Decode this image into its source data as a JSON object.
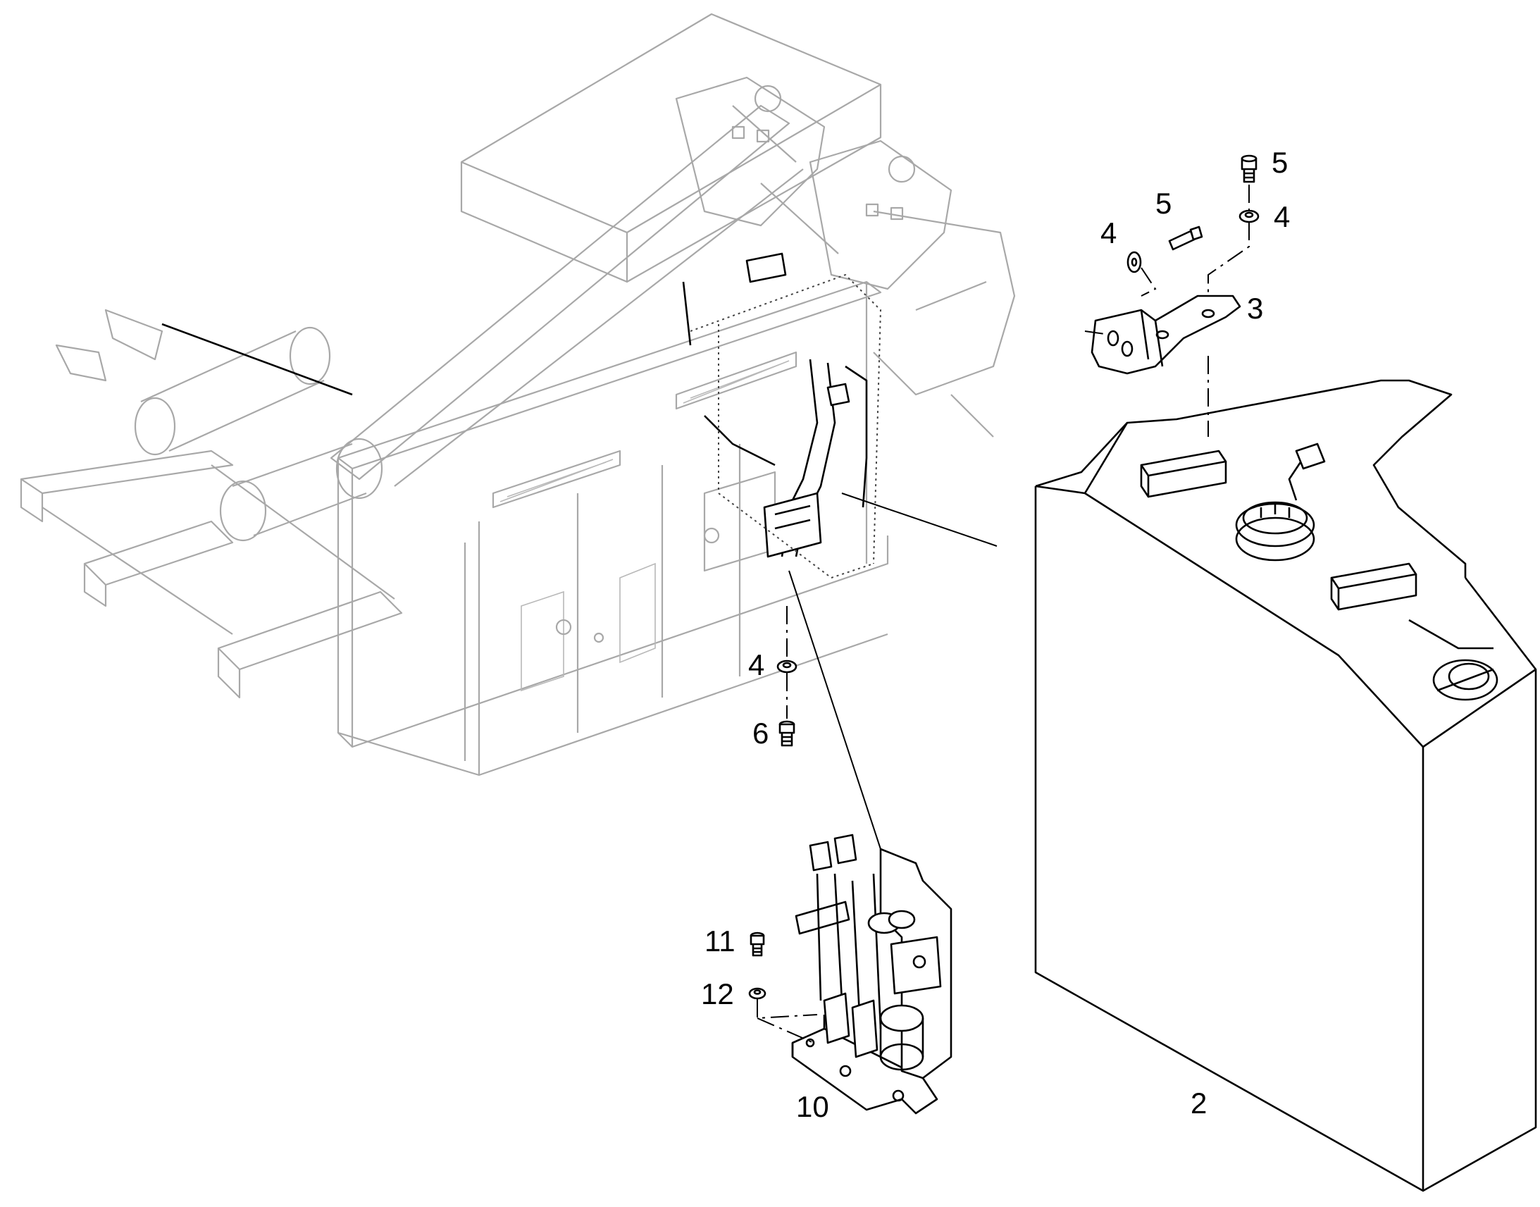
{
  "diagram": {
    "type": "exploded-parts-diagram",
    "line_color": "#000000",
    "background_color": "#ffffff",
    "context_frame_color": "#a8a8a8",
    "callouts": [
      {
        "id": "callout-2",
        "label": "2",
        "part": "tank"
      },
      {
        "id": "callout-3",
        "label": "3",
        "part": "mounting-bracket"
      },
      {
        "id": "callout-4-bracket-left",
        "label": "4",
        "part": "washer"
      },
      {
        "id": "callout-5-bracket-left",
        "label": "5",
        "part": "bolt"
      },
      {
        "id": "callout-4-bracket-right",
        "label": "4",
        "part": "washer"
      },
      {
        "id": "callout-5-bracket-right",
        "label": "5",
        "part": "bolt"
      },
      {
        "id": "callout-4-lower",
        "label": "4",
        "part": "washer"
      },
      {
        "id": "callout-6",
        "label": "6",
        "part": "bolt"
      },
      {
        "id": "callout-10",
        "label": "10",
        "part": "pump-module"
      },
      {
        "id": "callout-11",
        "label": "11",
        "part": "bolt"
      },
      {
        "id": "callout-12",
        "label": "12",
        "part": "washer"
      }
    ]
  }
}
